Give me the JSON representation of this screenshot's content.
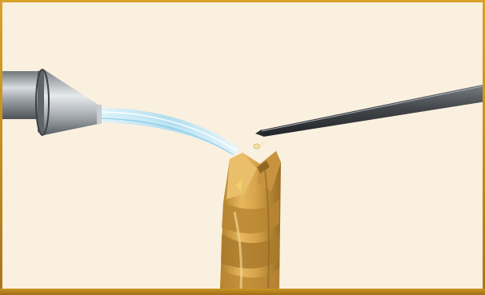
{
  "scene": {
    "description_visible_text": "",
    "colors": {
      "background": "#faf0df",
      "frame": "#c48f1e",
      "drill_gold": "#d9a84e",
      "drill_shadow": "#a77a2e",
      "nozzle_steel": "#8a8f95",
      "probe_dark": "#3f4347",
      "coolant_blue": "#b8e3f5"
    },
    "icons": [
      "coolant-nozzle",
      "electrode-probe",
      "drill-bit"
    ]
  }
}
